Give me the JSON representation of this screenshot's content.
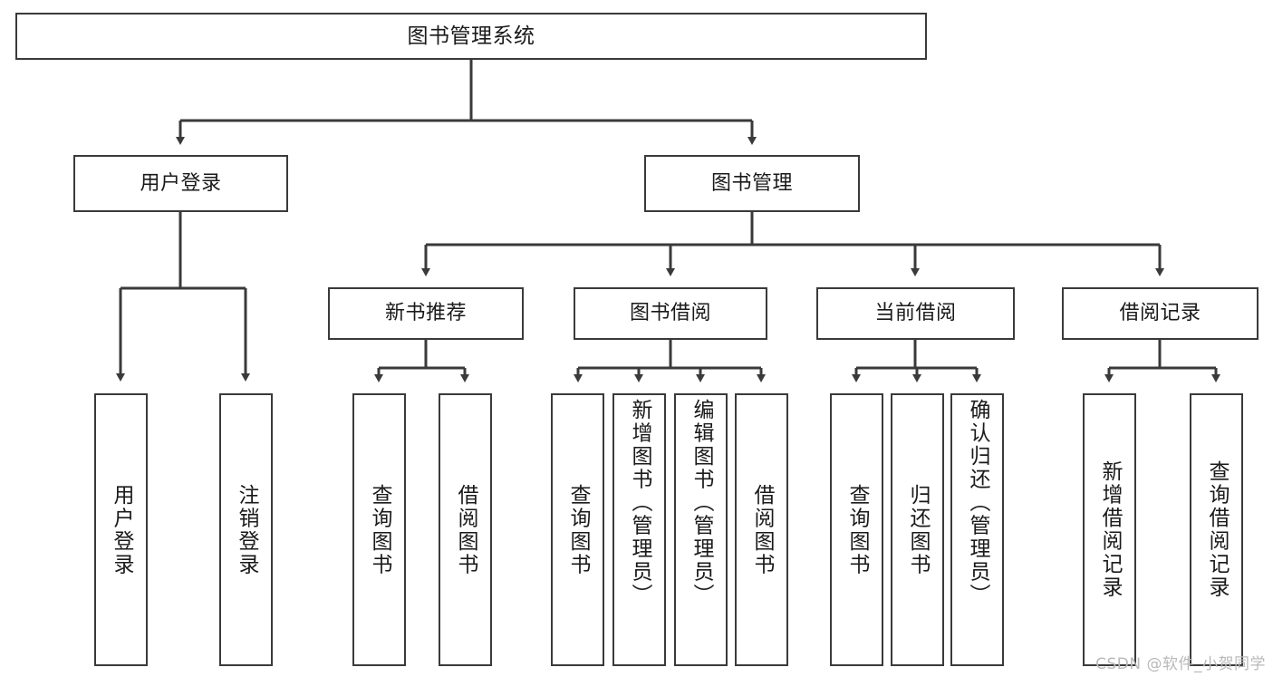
{
  "diagram": {
    "title": "图书管理系统",
    "type": "tree-hierarchy-chart",
    "watermark": "CSDN @软件_小贺同学",
    "line_color": "#3a3a3a",
    "box_fill": "#ffffff",
    "text_color": "#1a1a1a",
    "levels": {
      "root": {
        "label": "图书管理系统"
      },
      "level2": [
        {
          "label": "用户登录"
        },
        {
          "label": "图书管理"
        }
      ],
      "level3": [
        {
          "label": "新书推荐"
        },
        {
          "label": "图书借阅"
        },
        {
          "label": "当前借阅"
        },
        {
          "label": "借阅记录"
        }
      ],
      "leaves": {
        "user_login": [
          {
            "label": "用户登录"
          },
          {
            "label": "注销登录"
          }
        ],
        "new_book_recommend": [
          {
            "label": "查询图书"
          },
          {
            "label": "借阅图书"
          }
        ],
        "book_borrow": [
          {
            "label": "查询图书"
          },
          {
            "label": "新增图书（管理员）"
          },
          {
            "label": "编辑图书（管理员）"
          },
          {
            "label": "借阅图书"
          }
        ],
        "current_borrow": [
          {
            "label": "查询图书"
          },
          {
            "label": "归还图书"
          },
          {
            "label": "确认归还（管理员）"
          }
        ],
        "borrow_record": [
          {
            "label": "新增借阅记录"
          },
          {
            "label": "查询借阅记录"
          }
        ]
      }
    }
  }
}
